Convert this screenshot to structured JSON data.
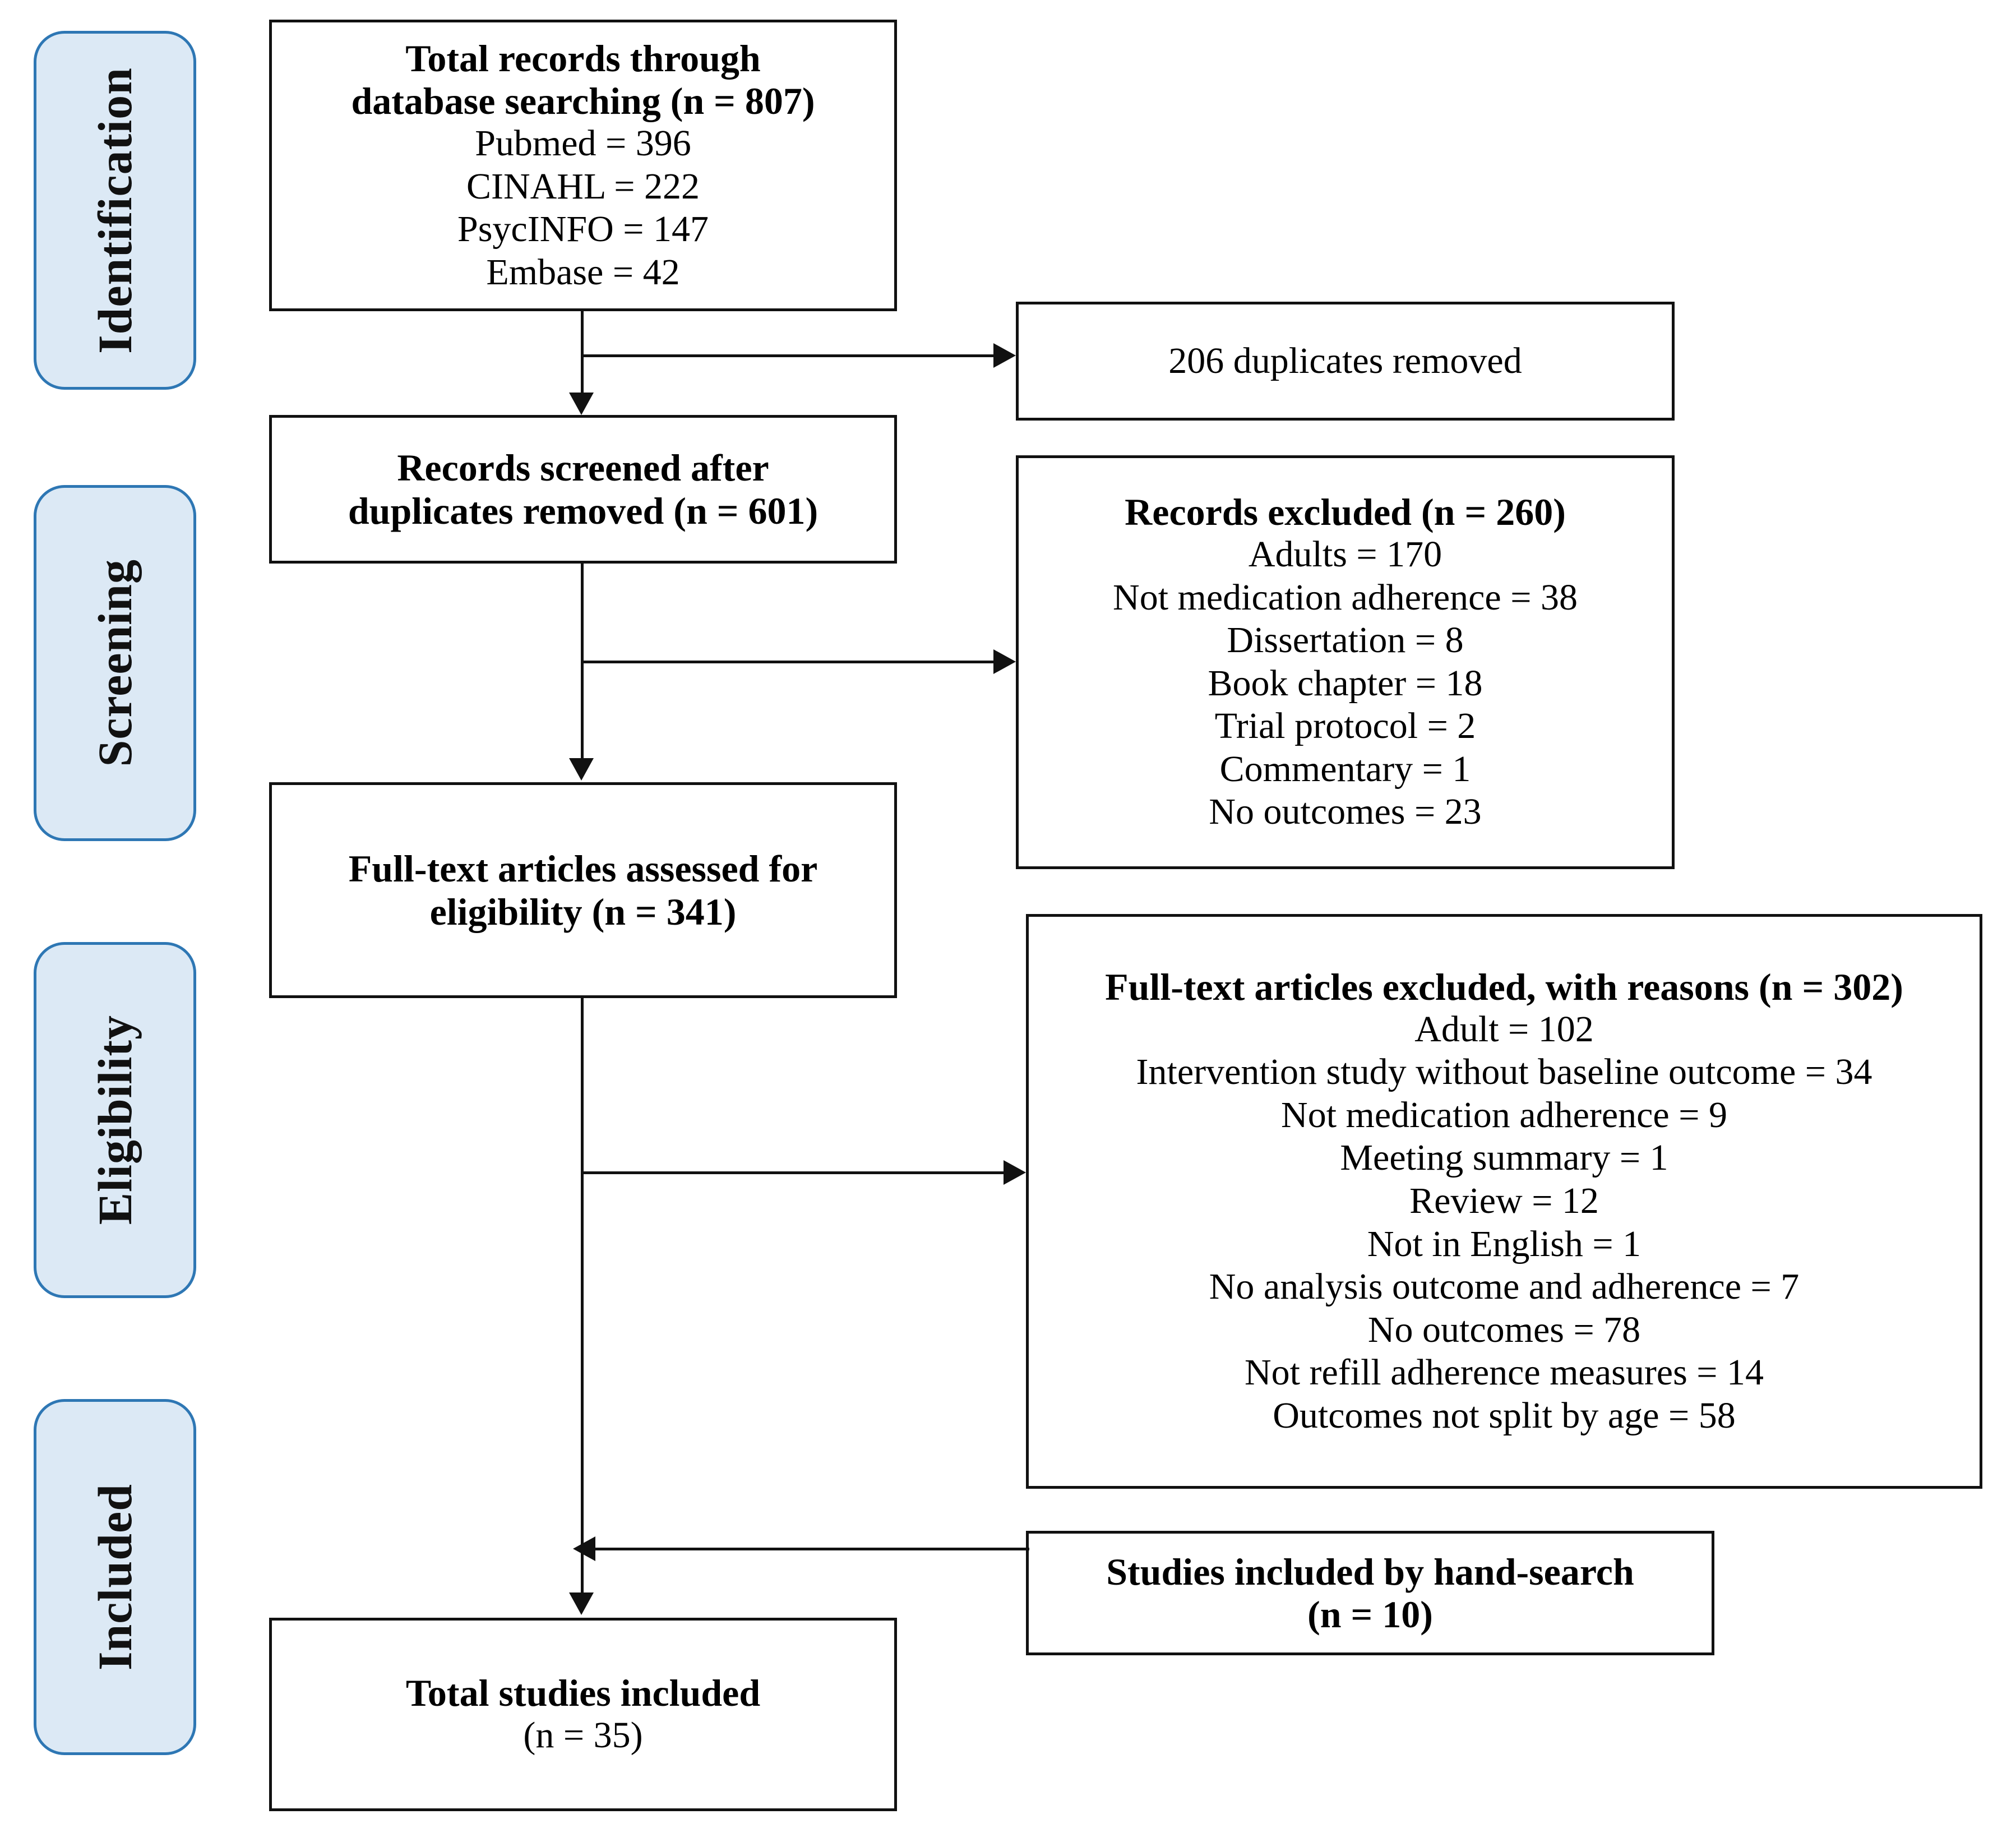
{
  "diagram": {
    "type": "prisma-flow-diagram",
    "colors": {
      "stage_fill": "#dce9f5",
      "stage_border": "#2e77b4",
      "node_border": "#111111",
      "node_fill": "#ffffff",
      "text": "#111111"
    }
  },
  "stages": [
    {
      "id": "identification",
      "label": "Identification"
    },
    {
      "id": "screening",
      "label": "Screening"
    },
    {
      "id": "eligibility",
      "label": "Eligibility"
    },
    {
      "id": "included",
      "label": "Included"
    }
  ],
  "nodes": {
    "records_identified": {
      "title_line1": "Total records through",
      "title_line2": "database searching (n = 807)",
      "items": [
        "Pubmed = 396",
        "CINAHL = 222",
        "PsycINFO = 147",
        "Embase = 42"
      ]
    },
    "duplicates_removed": {
      "title": "206 duplicates removed"
    },
    "records_screened": {
      "title_line1": "Records screened after",
      "title_line2": "duplicates  removed (n = 601)"
    },
    "records_excluded": {
      "title": "Records excluded  (n = 260)",
      "items": [
        "Adults = 170",
        "Not medication adherence = 38",
        "Dissertation = 8",
        "Book chapter = 18",
        "Trial protocol = 2",
        "Commentary = 1",
        "No outcomes = 23"
      ]
    },
    "fulltext_assessed": {
      "title_line1": "Full-text articles assessed for",
      "title_line2": "eligibility  (n = 341)"
    },
    "fulltext_excluded": {
      "title": "Full-text articles excluded, with reasons (n = 302)",
      "items": [
        "Adult = 102",
        "Intervention study without baseline outcome = 34",
        "Not medication adherence = 9",
        "Meeting summary = 1",
        "Review = 12",
        "Not in English = 1",
        "No analysis outcome and  adherence = 7",
        "No outcomes = 78",
        "Not refill adherence measures = 14",
        "Outcomes not split by age = 58"
      ]
    },
    "hand_search": {
      "title_line1": "Studies included  by hand-search",
      "title_line2": "(n = 10)"
    },
    "total_included": {
      "title": "Total studies included",
      "subtitle": "(n = 35)"
    }
  }
}
